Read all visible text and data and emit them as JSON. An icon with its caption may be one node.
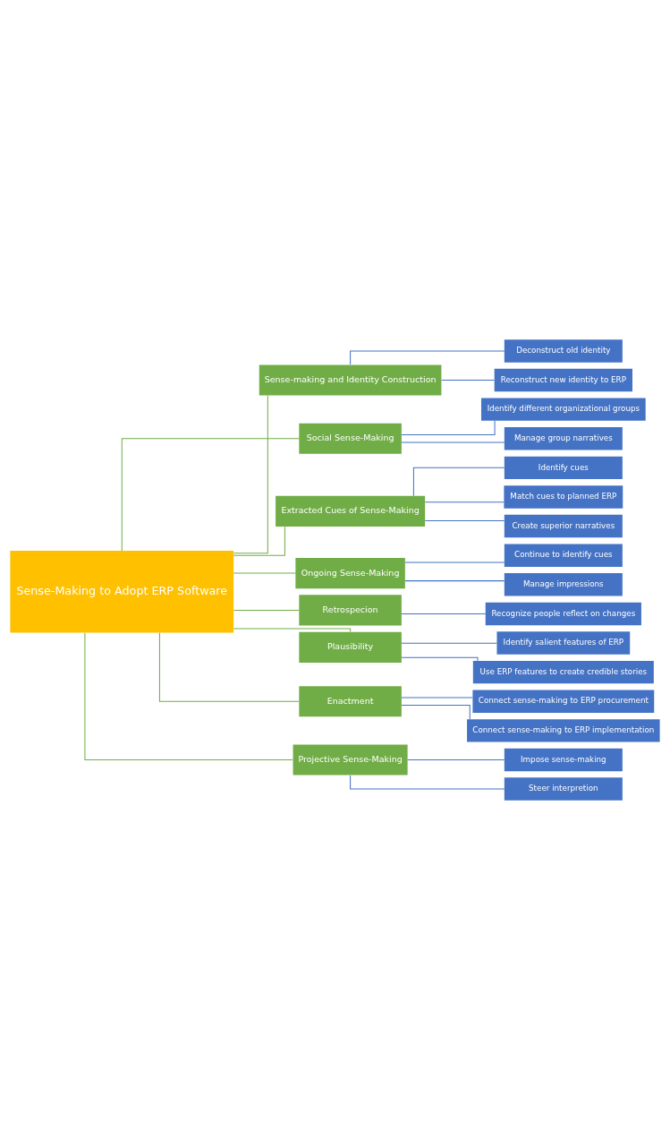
{
  "diagram": {
    "nodes": [
      {
        "text": [
          "Sense-Making to Adopt ERP Software"
        ]
      },
      {
        "text": [
          "Sense-making and Identity Construction"
        ]
      },
      {
        "text": [
          "Deconstruct old identity"
        ]
      },
      {
        "text": [
          "Reconstruct new identity to ERP"
        ]
      },
      {
        "text": [
          "Social Sense-Making"
        ]
      },
      {
        "text": [
          "Identify different organizational groups"
        ]
      },
      {
        "text": [
          "Manage group narratives"
        ]
      },
      {
        "text": [
          "Extracted Cues of Sense-Making"
        ]
      },
      {
        "text": [
          "Identify cues"
        ]
      },
      {
        "text": [
          "Match cues to planned ERP"
        ]
      },
      {
        "text": [
          "Create superior narratives"
        ]
      },
      {
        "text": [
          "Ongoing Sense-Making"
        ]
      },
      {
        "text": [
          "Continue to identify cues"
        ]
      },
      {
        "text": [
          "Manage impressions"
        ]
      },
      {
        "text": [
          "Retrospecion"
        ]
      },
      {
        "text": [
          "Recognize people reflect on changes"
        ]
      },
      {
        "text": [
          "Plausibility"
        ]
      },
      {
        "text": [
          "Identify salient features of ERP"
        ]
      },
      {
        "text": [
          "Use ERP features to create credible stories"
        ]
      },
      {
        "text": [
          "Enactment"
        ]
      },
      {
        "text": [
          "Connect sense-making to ERP procurement"
        ]
      },
      {
        "text": [
          "Connect sense-making to ERP implementation"
        ]
      },
      {
        "text": [
          "Projective Sense-Making"
        ]
      },
      {
        "text": [
          "Impose sense-making"
        ]
      },
      {
        "text": [
          "Steer interpretion"
        ]
      }
    ],
    "edges": [
      {
        "from": 0,
        "to": 1,
        "arrow": "none",
        "color": "#70ad47"
      },
      {
        "from": 1,
        "to": 2,
        "arrow": "none"
      },
      {
        "from": 1,
        "to": 3,
        "arrow": "none"
      },
      {
        "from": 0,
        "to": 4,
        "arrow": "none",
        "color": "#70ad47"
      },
      {
        "from": 4,
        "to": 5,
        "arrow": "none"
      },
      {
        "from": 4,
        "to": 6,
        "arrow": "none"
      },
      {
        "from": 0,
        "to": 7,
        "arrow": "none",
        "color": "#70ad47"
      },
      {
        "from": 7,
        "to": 8,
        "arrow": "none"
      },
      {
        "from": 7,
        "to": 9,
        "arrow": "none"
      },
      {
        "from": 7,
        "to": 10,
        "arrow": "none"
      },
      {
        "from": 0,
        "to": 11,
        "arrow": "none",
        "color": "#70ad47"
      },
      {
        "from": 11,
        "to": 12,
        "arrow": "none"
      },
      {
        "from": 11,
        "to": 13,
        "arrow": "none"
      },
      {
        "from": 0,
        "to": 14,
        "arrow": "none",
        "color": "#70ad47"
      },
      {
        "from": 14,
        "to": 15,
        "arrow": "none"
      },
      {
        "from": 0,
        "to": 16,
        "arrow": "none",
        "color": "#70ad47"
      },
      {
        "from": 16,
        "to": 17,
        "arrow": "none"
      },
      {
        "from": 16,
        "to": 18,
        "arrow": "none"
      },
      {
        "from": 0,
        "to": 19,
        "arrow": "none",
        "color": "#70ad47"
      },
      {
        "from": 19,
        "to": 20,
        "arrow": "none"
      },
      {
        "from": 19,
        "to": 21,
        "arrow": "none"
      },
      {
        "from": 0,
        "to": 22,
        "arrow": "none",
        "color": "#70ad47"
      },
      {
        "from": 22,
        "to": 23,
        "arrow": "none"
      },
      {
        "from": 22,
        "to": 24,
        "arrow": "none"
      }
    ]
  }
}
